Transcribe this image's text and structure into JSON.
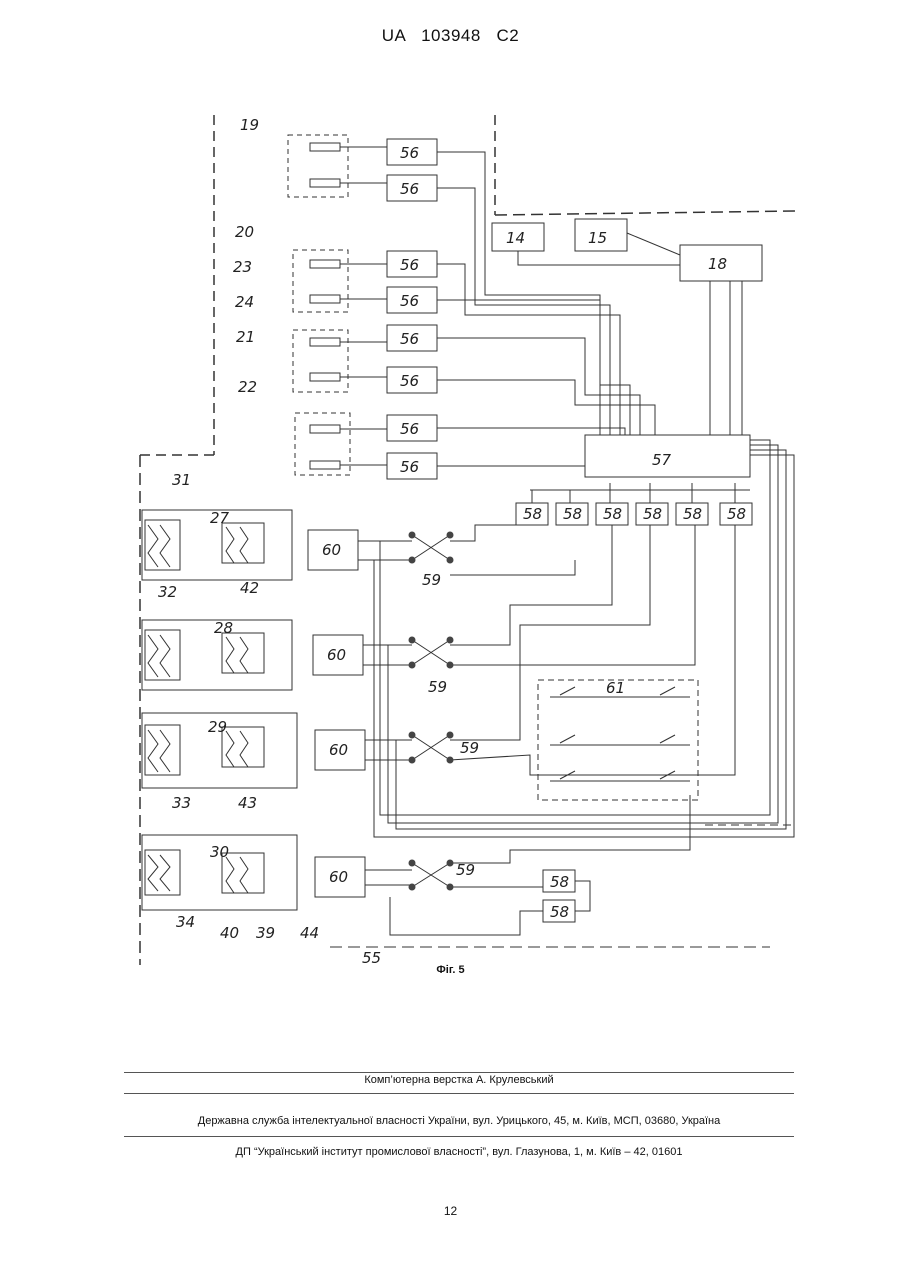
{
  "header": {
    "patent_number": "UA   103948   C2"
  },
  "figure": {
    "caption": "Фіг. 5",
    "labels": {
      "ref_19": "19",
      "ref_20": "20",
      "ref_23": "23",
      "ref_24": "24",
      "ref_21": "21",
      "ref_22": "22",
      "ref_14": "14",
      "ref_15": "15",
      "ref_18": "18",
      "ref_57": "57",
      "ref_56": "56",
      "ref_58": "58",
      "ref_59": "59",
      "ref_60": "60",
      "ref_61": "61",
      "ref_27": "27",
      "ref_28": "28",
      "ref_29": "29",
      "ref_30": "30",
      "ref_31": "31",
      "ref_32": "32",
      "ref_33": "33",
      "ref_34": "34",
      "ref_39": "39",
      "ref_40": "40",
      "ref_42": "42",
      "ref_43": "43",
      "ref_44": "44",
      "ref_55": "55"
    }
  },
  "footer": {
    "typesetting": "Комп’ютерна верстка А. Крулевський",
    "office": "Державна служба інтелектуальної власності України, вул. Урицького, 45, м. Київ, МСП, 03680, Україна",
    "institute": "ДП “Український інститут промислової власності”, вул. Глазунова, 1, м. Київ – 42, 01601",
    "page_number": "12"
  }
}
